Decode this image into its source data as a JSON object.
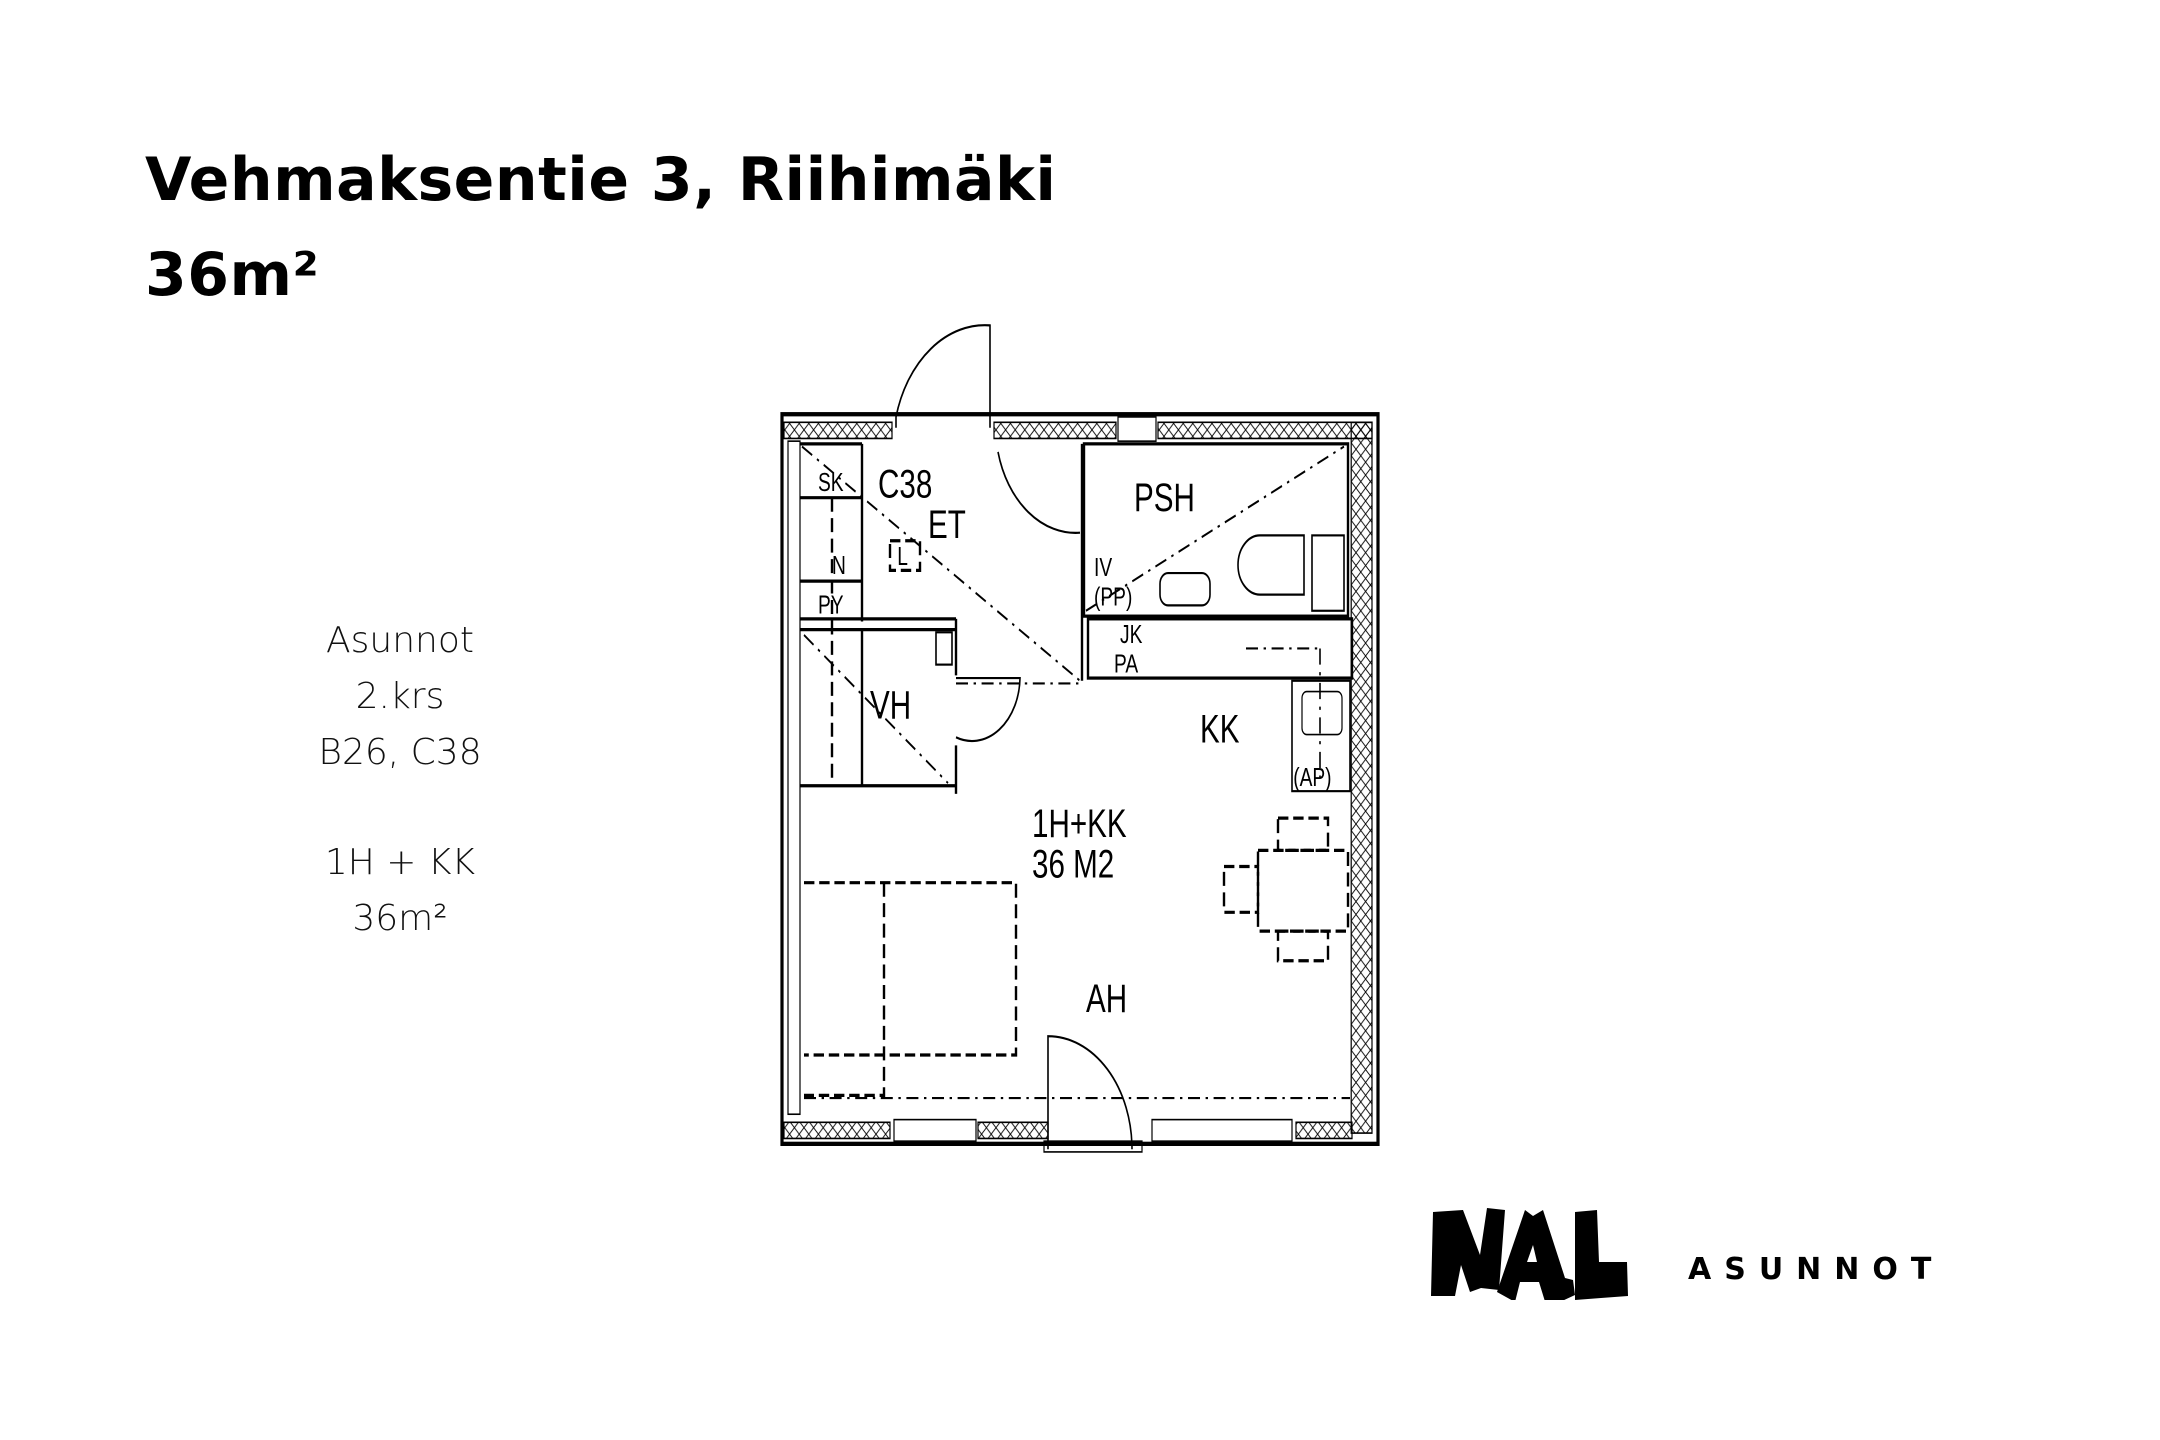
{
  "header": {
    "address": "Vehmaksentie 3, Riihimäki",
    "area": "36m²"
  },
  "info": {
    "type_label": "Asunnot",
    "floor": "2.krs",
    "units": "B26, C38",
    "layout": "1H + KK",
    "area": "36m²"
  },
  "floorplan": {
    "unit": "C38",
    "rooms": [
      "ET",
      "PSH",
      "VH",
      "KK",
      "AH"
    ],
    "fixtures": [
      "SK",
      "N",
      "PY",
      "L",
      "IV",
      "(PP)",
      "JK",
      "PA",
      "(AP)"
    ],
    "summary_type": "1H+KK",
    "summary_area": "36 M2"
  },
  "logo": {
    "mark": "NAL",
    "subtitle": "ASUNNOT"
  }
}
